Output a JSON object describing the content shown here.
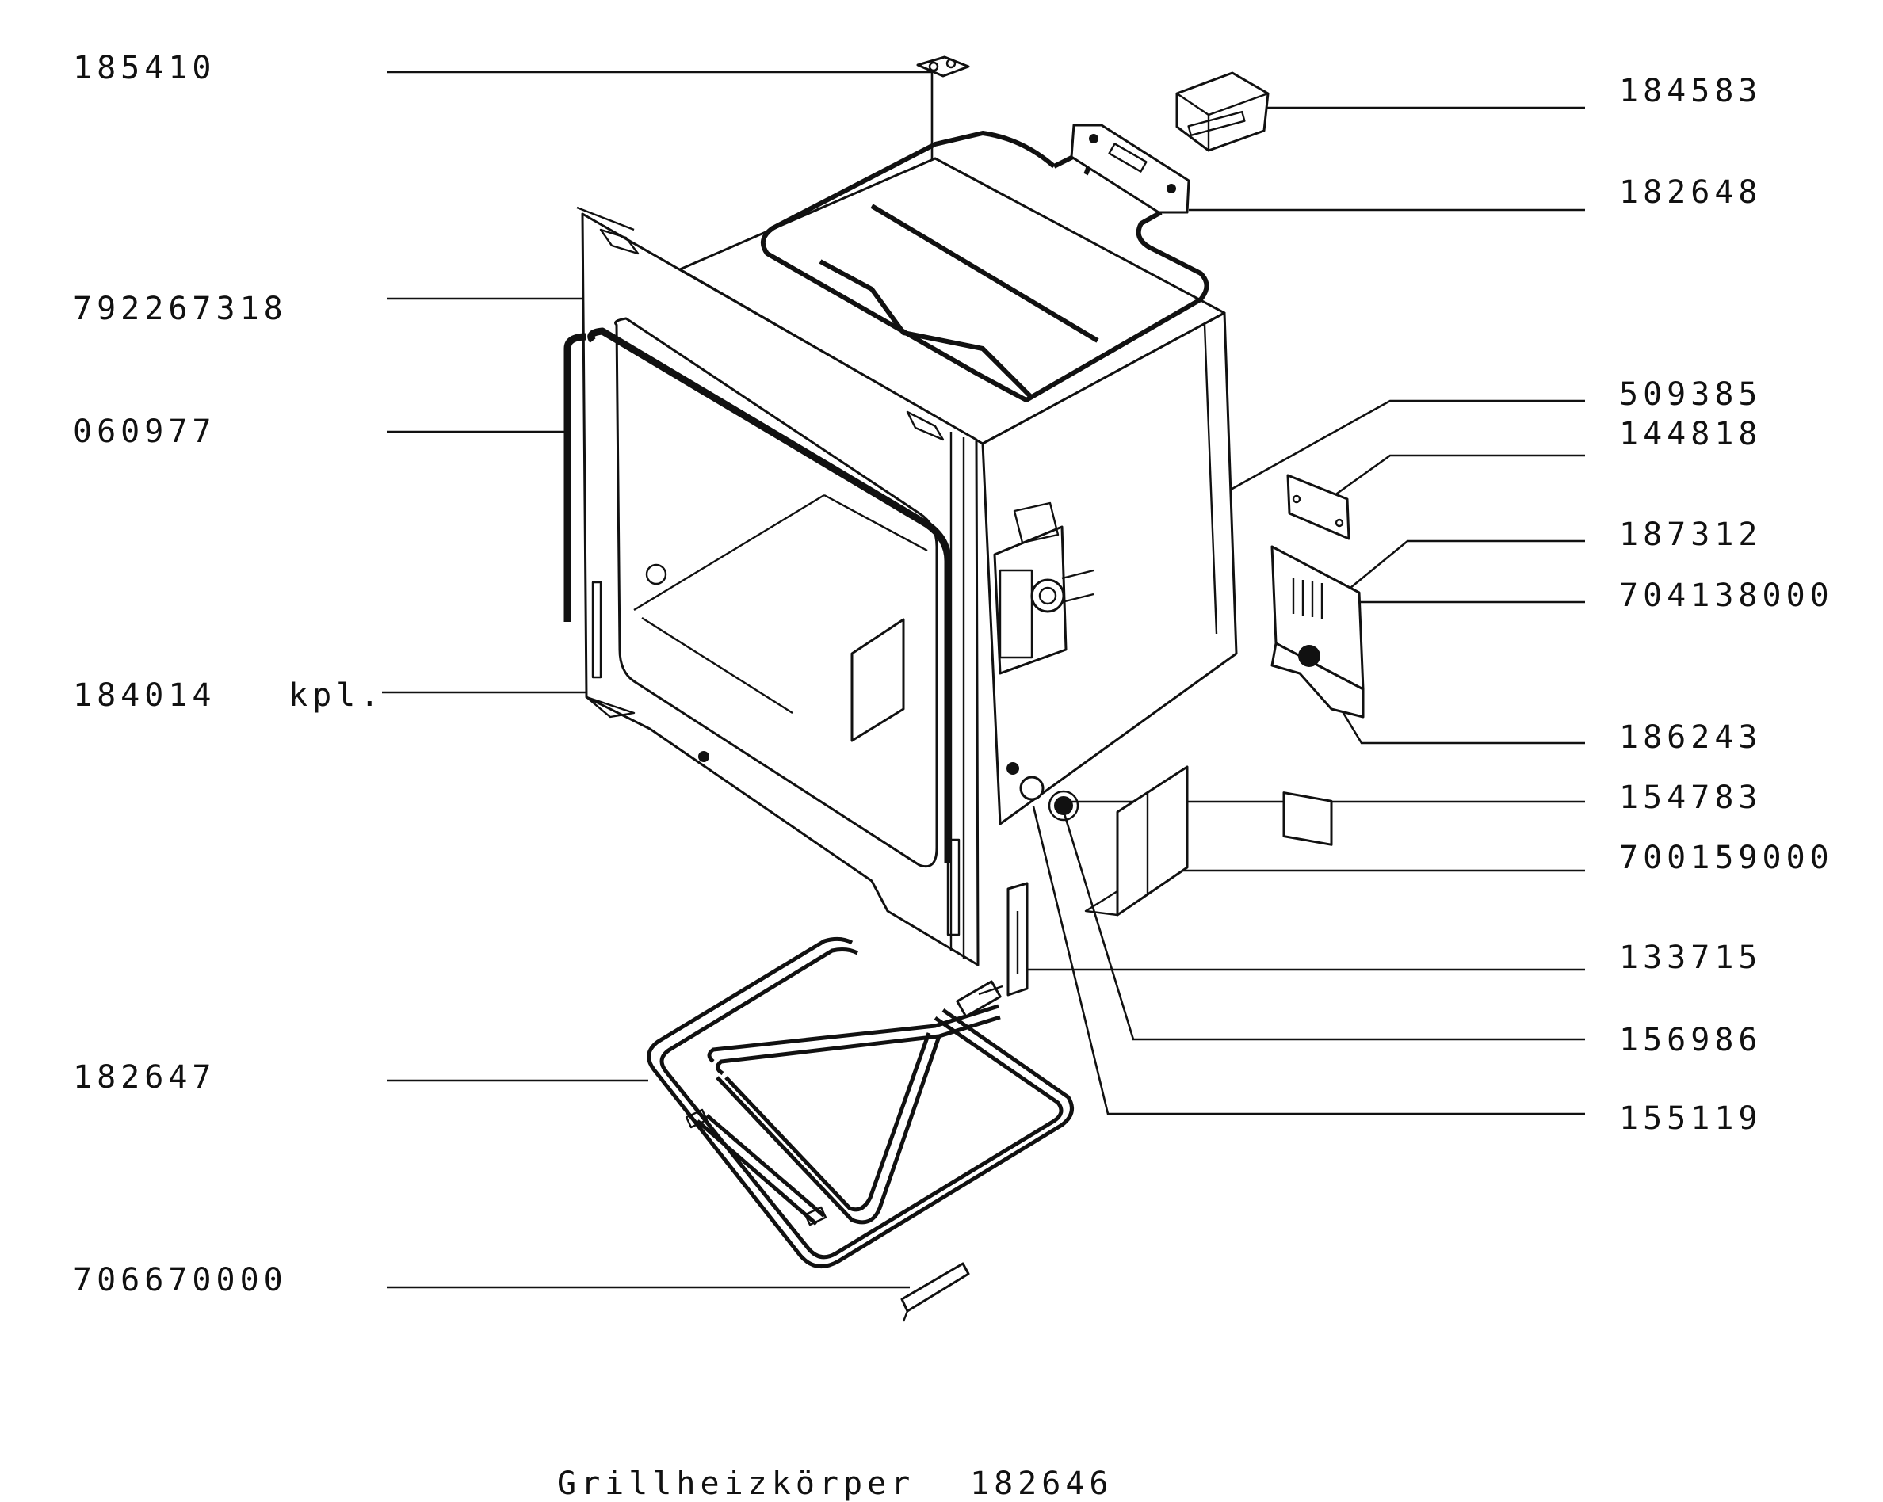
{
  "parts_left": [
    {
      "id": "l0",
      "number": "185410"
    },
    {
      "id": "l1",
      "number": "792267318"
    },
    {
      "id": "l2",
      "number": "060977"
    },
    {
      "id": "l3",
      "number": "184014",
      "suffix": "kpl."
    },
    {
      "id": "l4",
      "number": "182647"
    },
    {
      "id": "l5",
      "number": "706670000"
    }
  ],
  "parts_right": [
    {
      "id": "r0",
      "number": "184583"
    },
    {
      "id": "r1",
      "number": "182648"
    },
    {
      "id": "r2",
      "number": "509385"
    },
    {
      "id": "r3",
      "number": "144818"
    },
    {
      "id": "r4",
      "number": "187312"
    },
    {
      "id": "r5",
      "number": "704138000"
    },
    {
      "id": "r6",
      "number": "186243"
    },
    {
      "id": "r7",
      "number": "154783"
    },
    {
      "id": "r8",
      "number": "700159000"
    },
    {
      "id": "r9",
      "number": "133715"
    },
    {
      "id": "r10",
      "number": "156986"
    },
    {
      "id": "r11",
      "number": "155119"
    }
  ],
  "caption": {
    "label": "Grillheizkörper",
    "number": "182646"
  }
}
